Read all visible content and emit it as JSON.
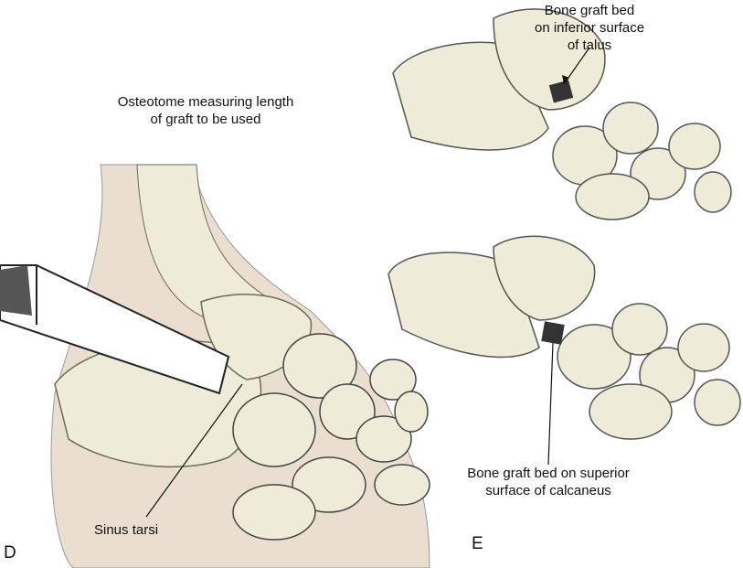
{
  "labels": {
    "talus_graft": [
      "Bone graft bed",
      "on inferior surface",
      "of talus"
    ],
    "osteotome": [
      "Osteotome measuring length",
      "of graft to be used"
    ],
    "sinus_tarsi": "Sinus tarsi",
    "calcaneus_graft": [
      "Bone graft bed on superior",
      "surface of calcaneus"
    ],
    "panel_d": "D",
    "panel_e": "E"
  },
  "colors": {
    "bone": "#eeecd9",
    "outline": "#6d6a5c",
    "skin": "#eaded0",
    "text": "#111111"
  }
}
